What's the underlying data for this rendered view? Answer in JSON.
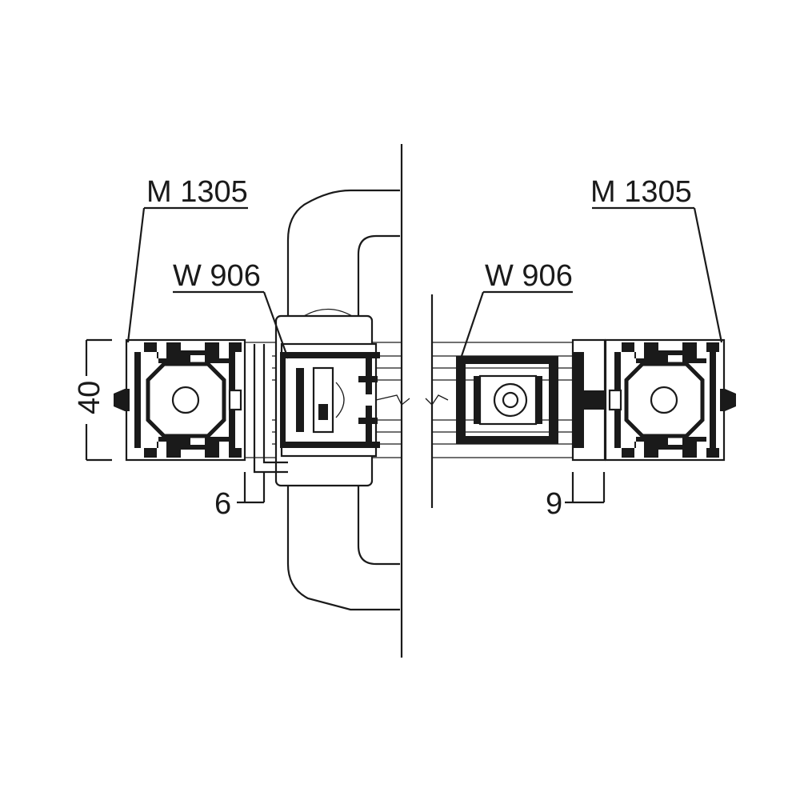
{
  "labels": {
    "profile_left": "M 1305",
    "profile_right": "M 1305",
    "insert_left": "W 906",
    "insert_right": "W 906",
    "dim_height": "40",
    "dim_left": "6",
    "dim_right": "9"
  },
  "colors": {
    "line": "#1a1a1a",
    "background": "#ffffff"
  }
}
